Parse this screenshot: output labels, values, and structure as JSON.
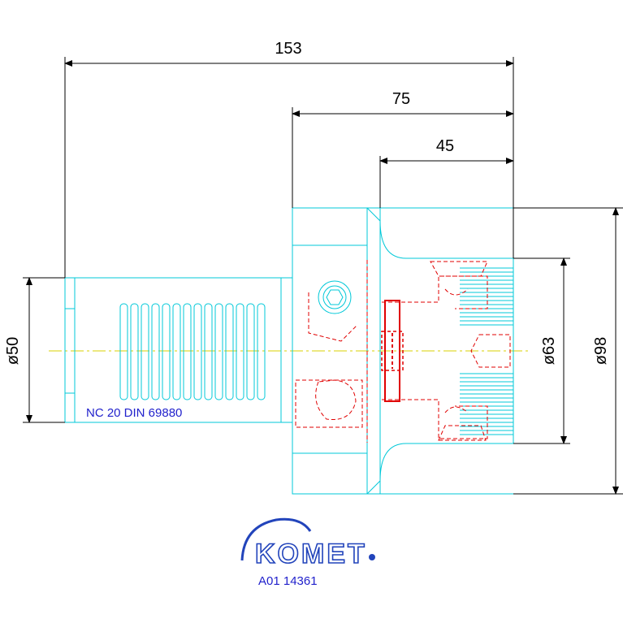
{
  "drawing": {
    "dimensions": {
      "overall_length": "153",
      "length_75": "75",
      "length_45": "45",
      "shank_diameter": "ø50",
      "diameter_63": "ø63",
      "diameter_98": "ø98"
    },
    "shank_label": "NC 20 DIN 69880",
    "brand": "KOMET",
    "part_number": "A01 14361"
  },
  "colors": {
    "outline": "#00c8d8",
    "hidden": "#e00000",
    "dimension": "#000000",
    "centerline": "#d8d000",
    "label": "#2222cc",
    "logo": "#2244bb"
  }
}
